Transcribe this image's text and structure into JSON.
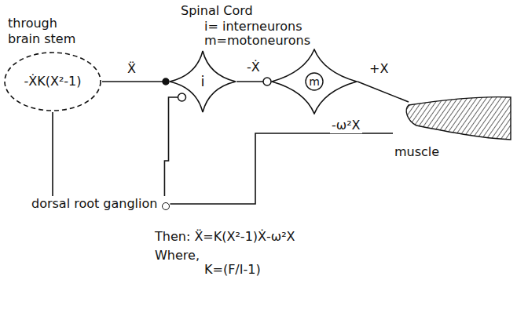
{
  "diagram": {
    "nodes": [
      {
        "text": [
          "through brain stem",
          "-ẊK(X²-1)"
        ]
      },
      {
        "text": [
          "i"
        ]
      },
      {
        "text": [
          "m"
        ]
      },
      {
        "text": [
          "muscle"
        ]
      },
      {
        "text": [
          "dorsal root ganglion"
        ]
      }
    ],
    "edges": [
      {
        "from": 0,
        "to": 1,
        "label": "Ẍ",
        "arrow": "to"
      },
      {
        "from": 1,
        "to": 2,
        "label": "-Ẋ",
        "arrow": "to"
      },
      {
        "from": 2,
        "to": 3,
        "label": "+X",
        "arrow": "none"
      },
      {
        "from": 3,
        "to": 4,
        "label": "-ω²X",
        "arrow": "none"
      },
      {
        "from": 4,
        "to": 1,
        "arrow": "to"
      },
      {
        "from": 4,
        "to": 0,
        "arrow": "none"
      }
    ],
    "labels": [
      "Spinal Cord",
      "i= interneurons",
      "m=motoneurons",
      "Then: Ẍ=K(X²-1)Ẋ-ω²X",
      "Where,",
      "K=(F/I-1)"
    ]
  }
}
